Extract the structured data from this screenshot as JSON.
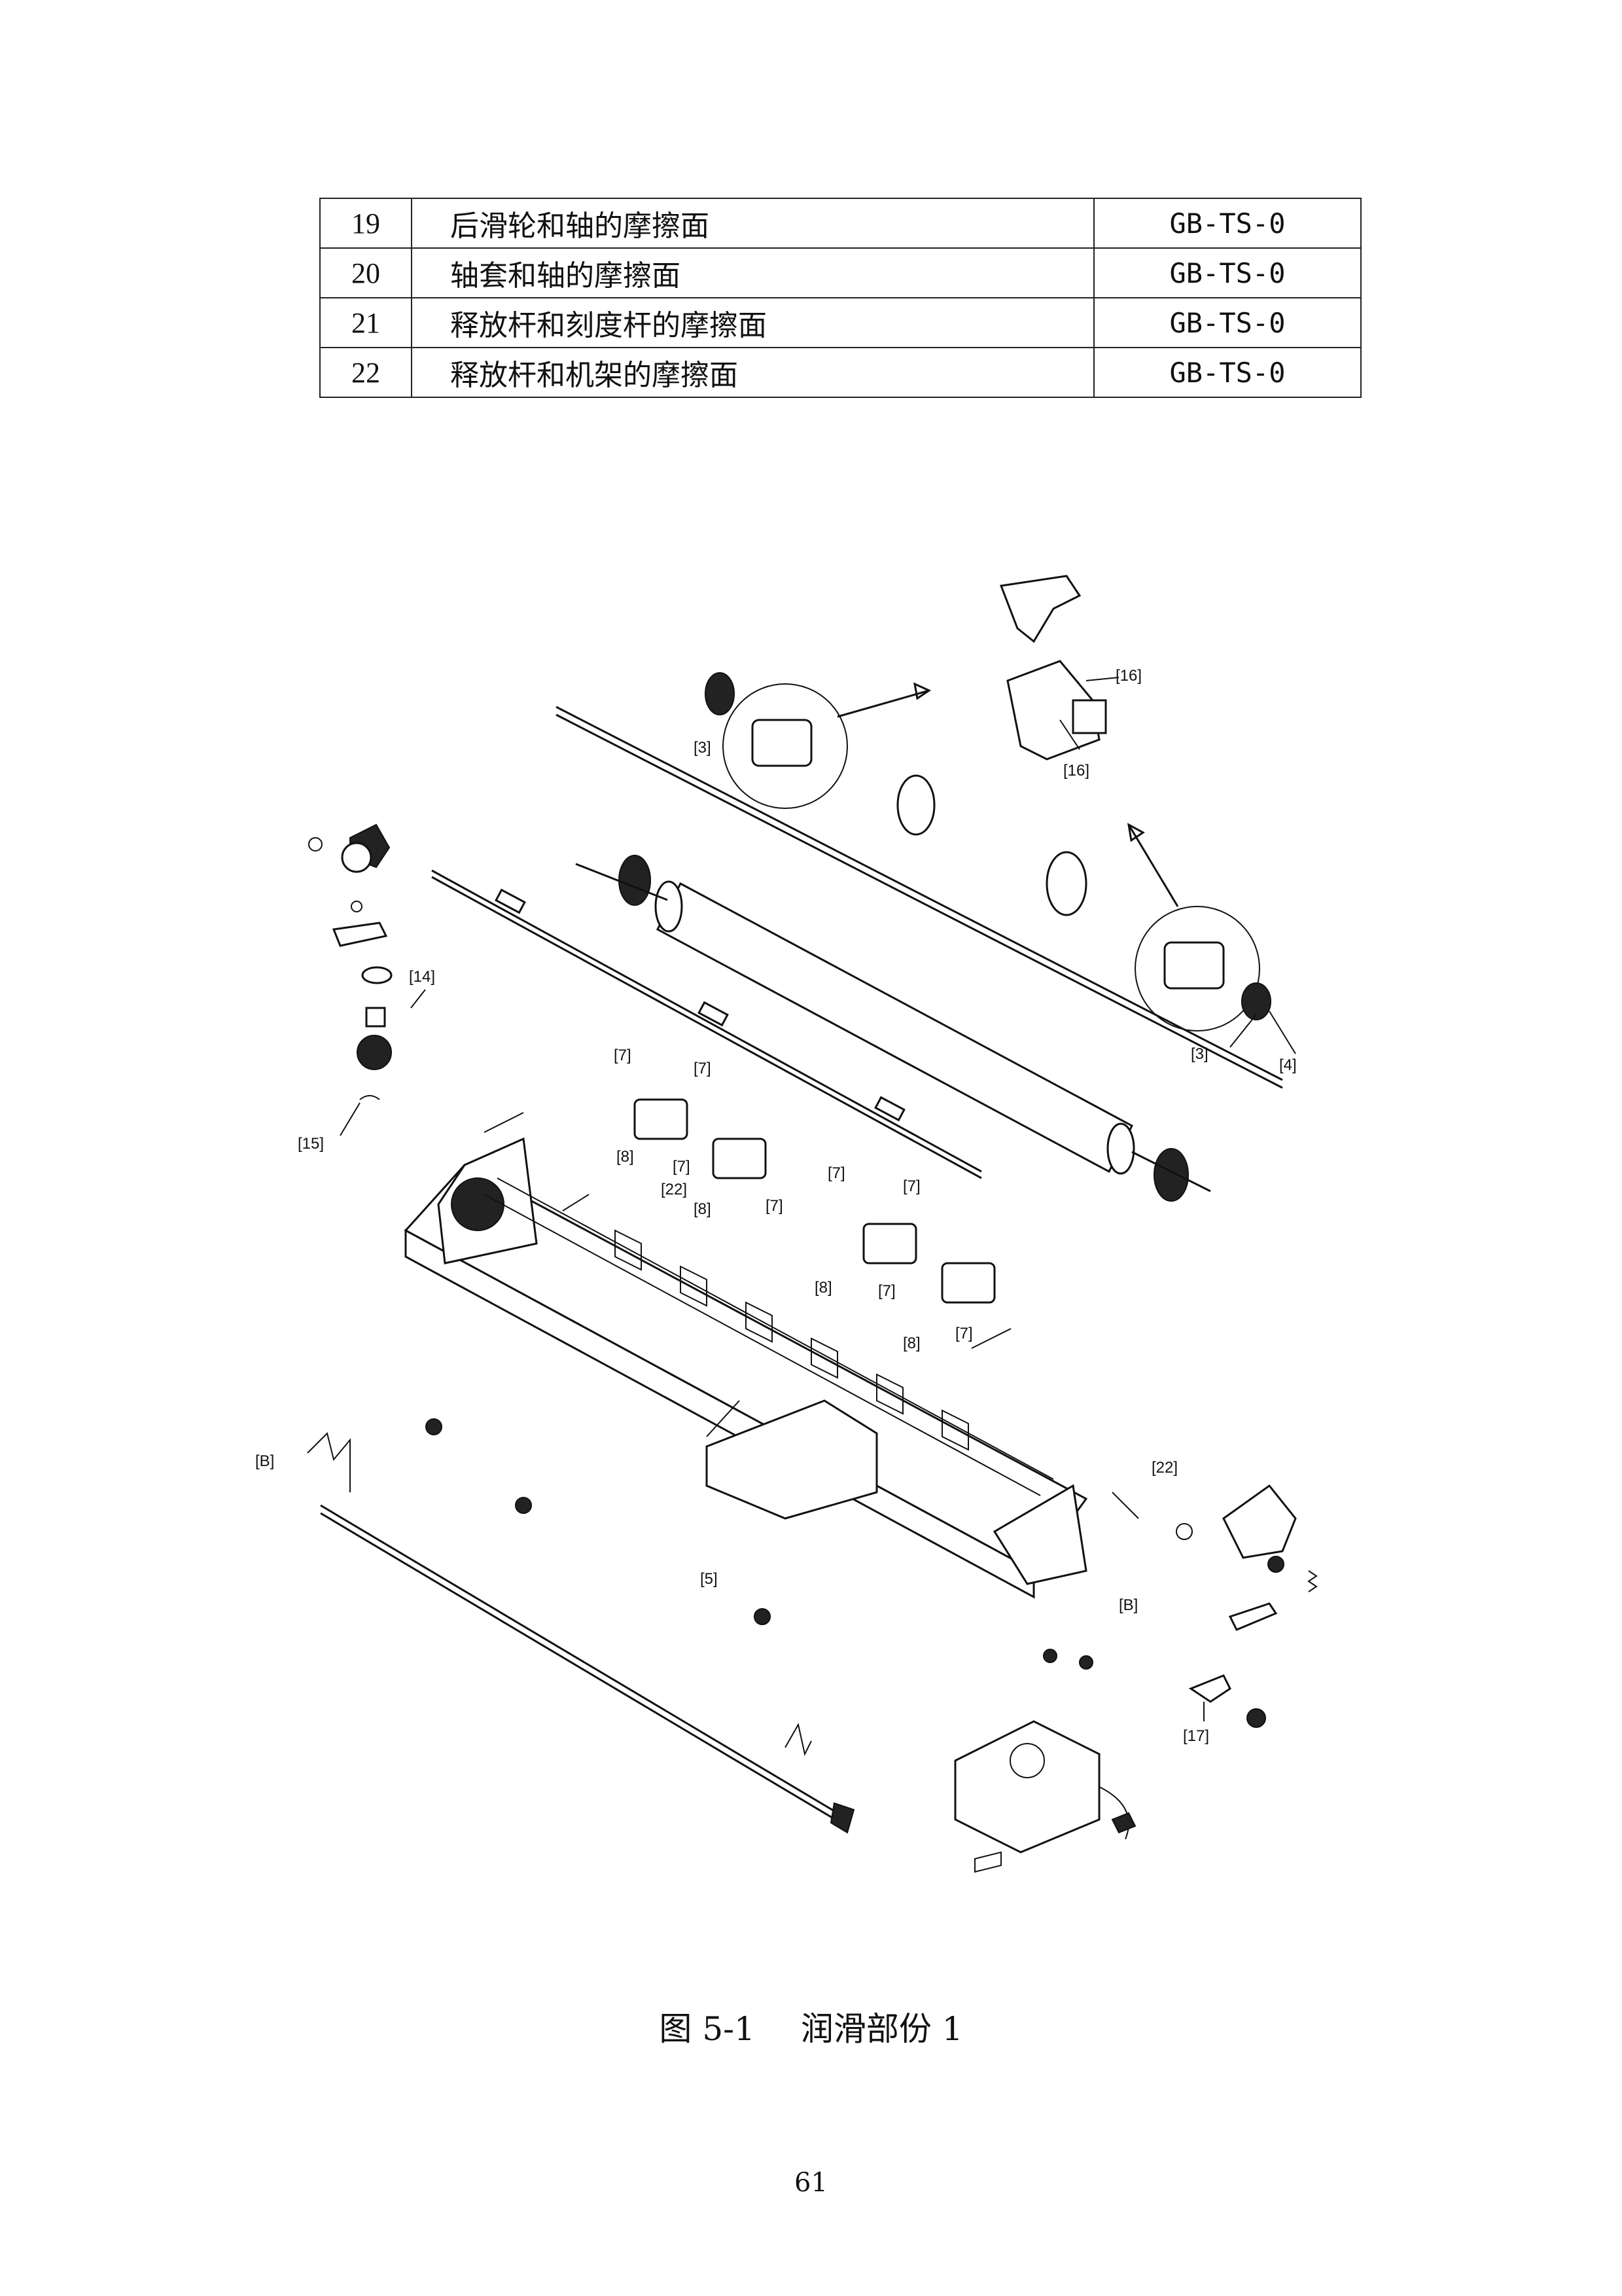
{
  "table": {
    "rows": [
      {
        "no": "19",
        "part": "后滑轮和轴的摩擦面",
        "grease": "GB-TS-0"
      },
      {
        "no": "20",
        "part": "轴套和轴的摩擦面",
        "grease": "GB-TS-0"
      },
      {
        "no": "21",
        "part": "释放杆和刻度杆的摩擦面",
        "grease": "GB-TS-0"
      },
      {
        "no": "22",
        "part": "释放杆和机架的摩擦面",
        "grease": "GB-TS-0"
      }
    ]
  },
  "diagram": {
    "labels": {
      "l3a": "[3]",
      "l16a": "[16]",
      "l16b": "[16]",
      "l14": "[14]",
      "l15": "[15]",
      "l3b": "[3]",
      "l4": "[4]",
      "l7a": "[7]",
      "l7b": "[7]",
      "l7c": "[7]",
      "l7d": "[7]",
      "l7e": "[7]",
      "l7f": "[7]",
      "l7g": "[7]",
      "l7h": "[7]",
      "l8a": "[8]",
      "l8b": "[8]",
      "l8c": "[8]",
      "l8d": "[8]",
      "l22a": "[22]",
      "l22b": "[22]",
      "l5": "[5]",
      "lBa": "[B]",
      "lBb": "[B]",
      "l17": "[17]"
    }
  },
  "caption": {
    "figure": "图 5-1",
    "title": "润滑部份 1"
  },
  "page_number": "61"
}
